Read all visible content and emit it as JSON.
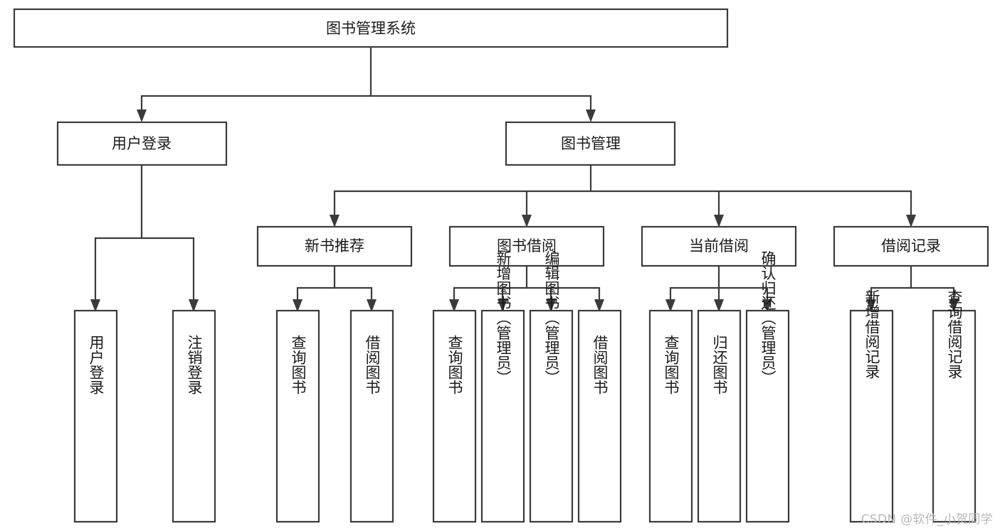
{
  "diagram": {
    "type": "tree-hierarchy",
    "title": "图书管理系统",
    "orientation": "top-down",
    "colors": {
      "box_stroke": "#3b3b3b",
      "box_fill": "#ffffff",
      "text": "#1a1a1a",
      "background": "#ffffff",
      "watermark": "#b9b9b9"
    },
    "root": {
      "label": "图书管理系统"
    },
    "level2": [
      {
        "label": "用户登录"
      },
      {
        "label": "图书管理"
      }
    ],
    "level3": [
      {
        "label": "新书推荐"
      },
      {
        "label": "图书借阅"
      },
      {
        "label": "当前借阅"
      },
      {
        "label": "借阅记录"
      }
    ],
    "leaves": {
      "user_login": [
        {
          "label": "用户登录"
        },
        {
          "label": "注销登录"
        }
      ],
      "new_book_recommend": [
        {
          "label": "查询图书"
        },
        {
          "label": "借阅图书"
        }
      ],
      "book_borrow": [
        {
          "label": "查询图书"
        },
        {
          "label": "新增图书（管理员）"
        },
        {
          "label": "编辑图书（管理员）"
        },
        {
          "label": "借阅图书"
        }
      ],
      "current_borrow": [
        {
          "label": "查询图书"
        },
        {
          "label": "归还图书"
        },
        {
          "label": "确认归还（管理员）"
        }
      ],
      "borrow_record": [
        {
          "label": "新增借阅记录"
        },
        {
          "label": "查询借阅记录"
        }
      ]
    }
  },
  "watermark": {
    "text": "CSDN @软件_小贺同学"
  }
}
